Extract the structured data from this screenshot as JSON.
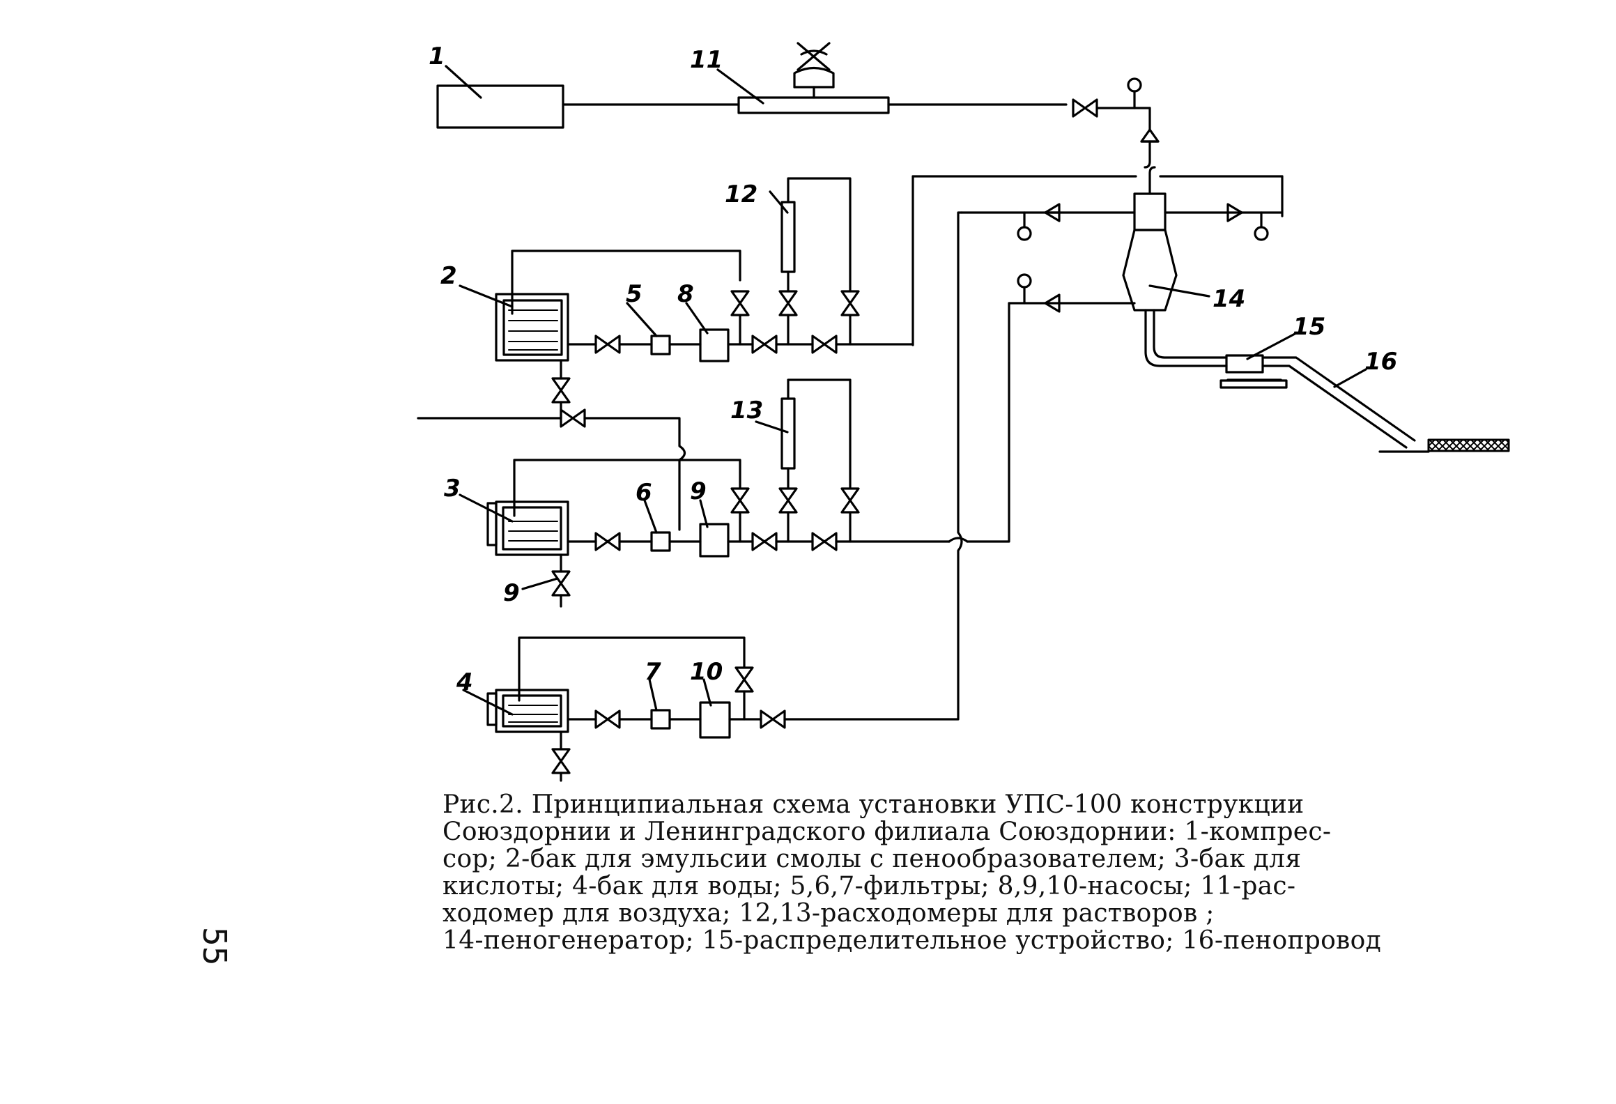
{
  "labels": {
    "l1": "1",
    "l2": "2",
    "l3": "3",
    "l4": "4",
    "l5": "5",
    "l6": "6",
    "l7": "7",
    "l8": "8",
    "l9a": "9",
    "l9b": "9",
    "l10": "10",
    "l11": "11",
    "l12": "12",
    "l13": "13",
    "l14": "14",
    "l15": "15",
    "l16": "16"
  },
  "caption": {
    "line1": "Рис.2. Принципиальная схема установки УПС-100   конструкции",
    "line2": "Союздорнии и Ленинградского филиала Союздорнии: 1-компрес-",
    "line3": "сор; 2-бак для эмульсии смолы с пенообразователем; 3-бак для",
    "line4": "кислоты; 4-бак для воды; 5,6,7-фильтры; 8,9,10-насосы; 11-рас-",
    "line5": "ходомер для воздуха; 12,13-расходомеры  для  растворов ;",
    "line6": "14-пеногенератор; 15-распределительное устройство; 16-пенопровод"
  },
  "page_number": "55"
}
